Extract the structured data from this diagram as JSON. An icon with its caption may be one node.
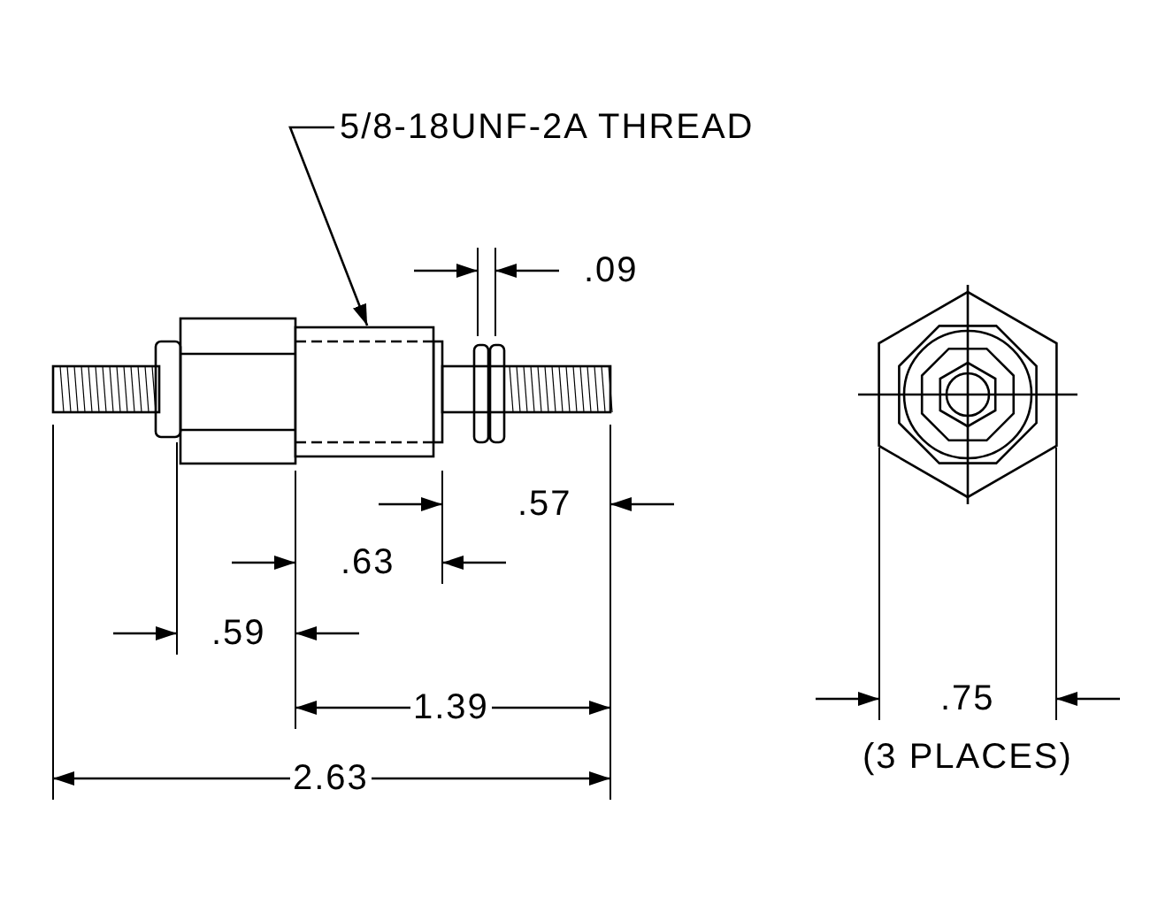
{
  "diagram": {
    "nodes": [
      {
        "text": [
          "5/8-18UNF-2A THREAD"
        ]
      },
      {
        "text": [],
        "shape": "picture"
      }
    ],
    "edges": [
      {
        "from": 0,
        "to": 1,
        "arrow": "to"
      }
    ],
    "labels": [
      ".09",
      ".57",
      ".63",
      ".59",
      "1.39",
      "2.63",
      ".75",
      "(3 PLACES)"
    ]
  }
}
